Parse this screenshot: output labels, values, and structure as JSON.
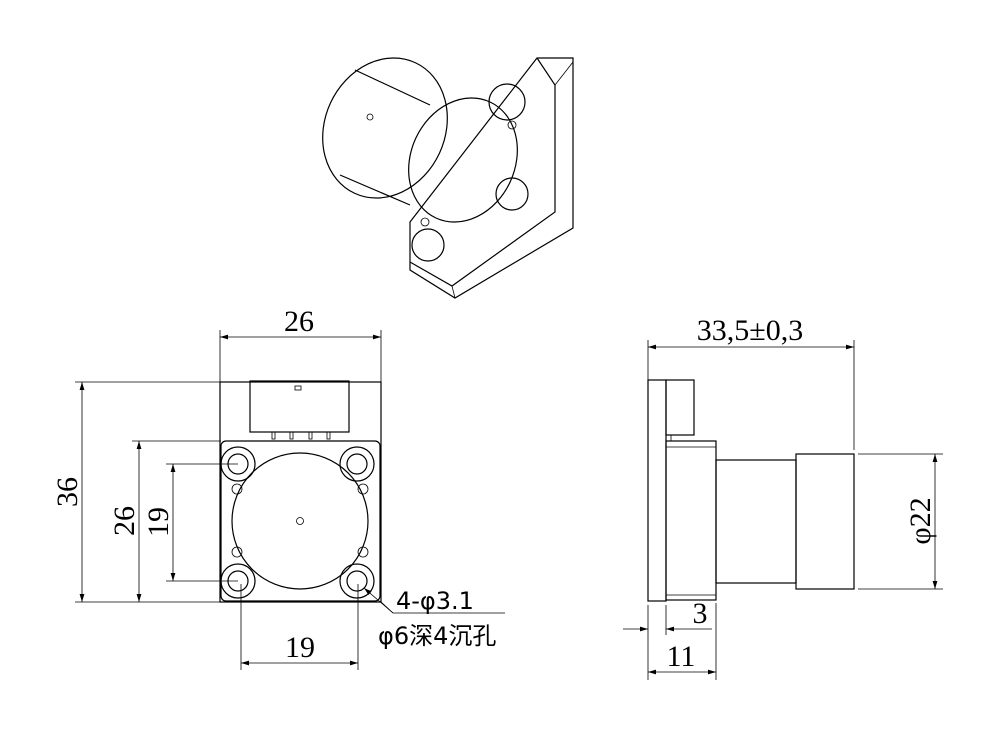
{
  "drawing": {
    "front_view": {
      "width_label": "26",
      "height_label": "36",
      "flange_height_label": "26",
      "hole_spacing_vertical_label": "19",
      "hole_spacing_horizontal_label": "19",
      "hole_note_line1": "4-φ3.1",
      "hole_note_line2": "φ6深4沉孔"
    },
    "side_view": {
      "length_label": "33,5±0,3",
      "diameter_label": "φ22",
      "plate_thickness_label": "3",
      "flange_depth_label": "11"
    }
  }
}
